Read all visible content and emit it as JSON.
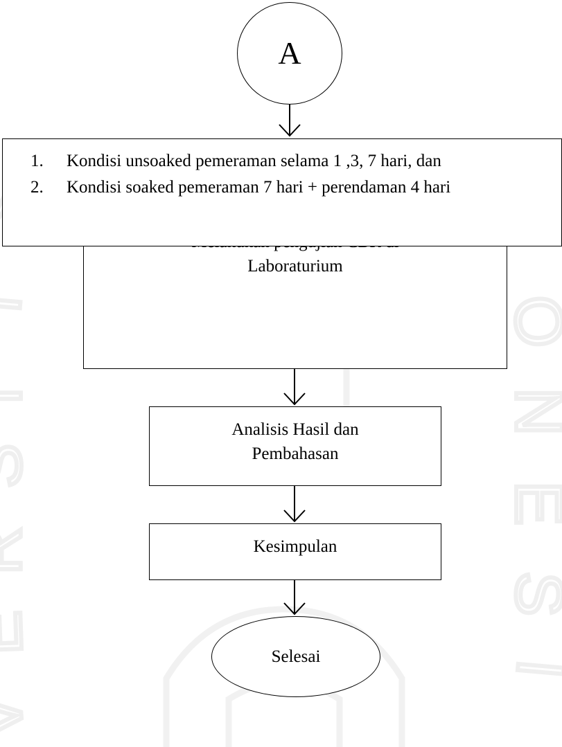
{
  "flowchart": {
    "connector_label": "A",
    "conditions": [
      {
        "number": "1.",
        "text": "Kondisi unsoaked pemeraman selama 1 ,3, 7 hari, dan"
      },
      {
        "number": "2.",
        "text": "Kondisi soaked pemeraman 7 hari + perendaman 4 hari"
      }
    ],
    "steps": {
      "cbr_test": "Melakukan pengujian CBR di Laboraturium",
      "analysis": "Analisis Hasil dan Pembahasan",
      "conclusion": "Kesimpulan",
      "end": "Selesai"
    }
  },
  "watermark": {
    "left_letters": "UNIVERSITAS",
    "right_letters": "INDONESIA",
    "color": "#efefef"
  },
  "colors": {
    "stroke": "#000000",
    "background": "#ffffff"
  }
}
